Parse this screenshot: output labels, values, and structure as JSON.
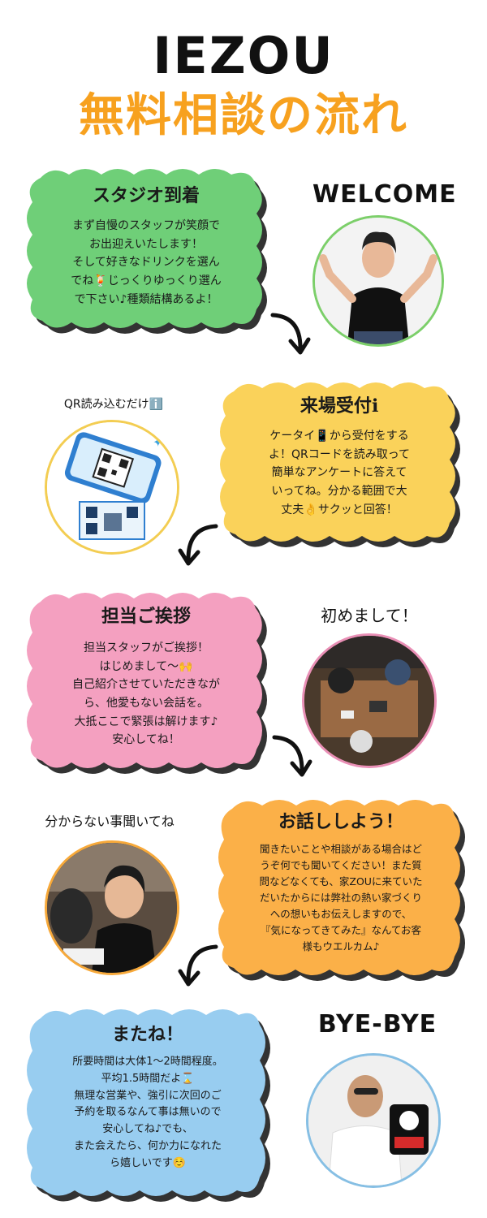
{
  "brand": "IEZOU",
  "title": "無料相談の流れ",
  "colors": {
    "title_orange": "#f7a11f",
    "green": "#6fcf78",
    "yellow": "#fad25a",
    "pink": "#f4a0c0",
    "orange": "#fbb048",
    "blue": "#98cdf0"
  },
  "steps": [
    {
      "title": "スタジオ到着",
      "lines": [
        "まず自慢のスタッフが笑顔で",
        "お出迎えいたします！",
        "そして好きなドリンクを選ん",
        "でね🍹じっくりゆっくり選ん",
        "で下さい♪種類結構あるよ！"
      ],
      "side_label": "WELCOME",
      "photo": "staff-waving-photo"
    },
    {
      "title": "来場受付ℹ︎",
      "lines": [
        "ケータイ📱から受付をする",
        "よ！QRコードを読み取って",
        "簡単なアンケートに答えて",
        "いってね。分かる範囲で大",
        "丈夫👌サクッと回答！"
      ],
      "side_label": "QR読み込むだけℹ️",
      "photo": "qr-phone-illustration"
    },
    {
      "title": "担当ご挨拶",
      "lines": [
        "担当スタッフがご挨拶！",
        "はじめまして〜🙌",
        "自己紹介させていただきなが",
        "ら、他愛もない会話を。",
        "大抵ここで緊張は解けます♪",
        "安心してね！"
      ],
      "side_label": "初めまして！",
      "photo": "meeting-table-photo"
    },
    {
      "title": "お話ししよう！",
      "lines": [
        "聞きたいことや相談がある場合はど",
        "うぞ何でも聞いてください！また質",
        "問などなくても、家ZOUに来ていた",
        "だいたからには弊社の熱い家づくり",
        "への想いもお伝えしますので、",
        "『気になってきてみた』なんてお客",
        "様もウエルカム♪"
      ],
      "side_label": "分からない事聞いてね",
      "photo": "smiling-woman-photo"
    },
    {
      "title": "またね！",
      "lines": [
        "所要時間は大体1〜2時間程度。",
        "平均1.5時間だよ⌛",
        "無理な営業や、強引に次回のご",
        "予約を取るなんて事は無いので",
        "安心してね♪でも、",
        "また会えたら、何か力になれた",
        "ら嬉しいです☺️"
      ],
      "side_label": "BYE-BYE",
      "photo": "staff-with-logo-photo"
    }
  ]
}
